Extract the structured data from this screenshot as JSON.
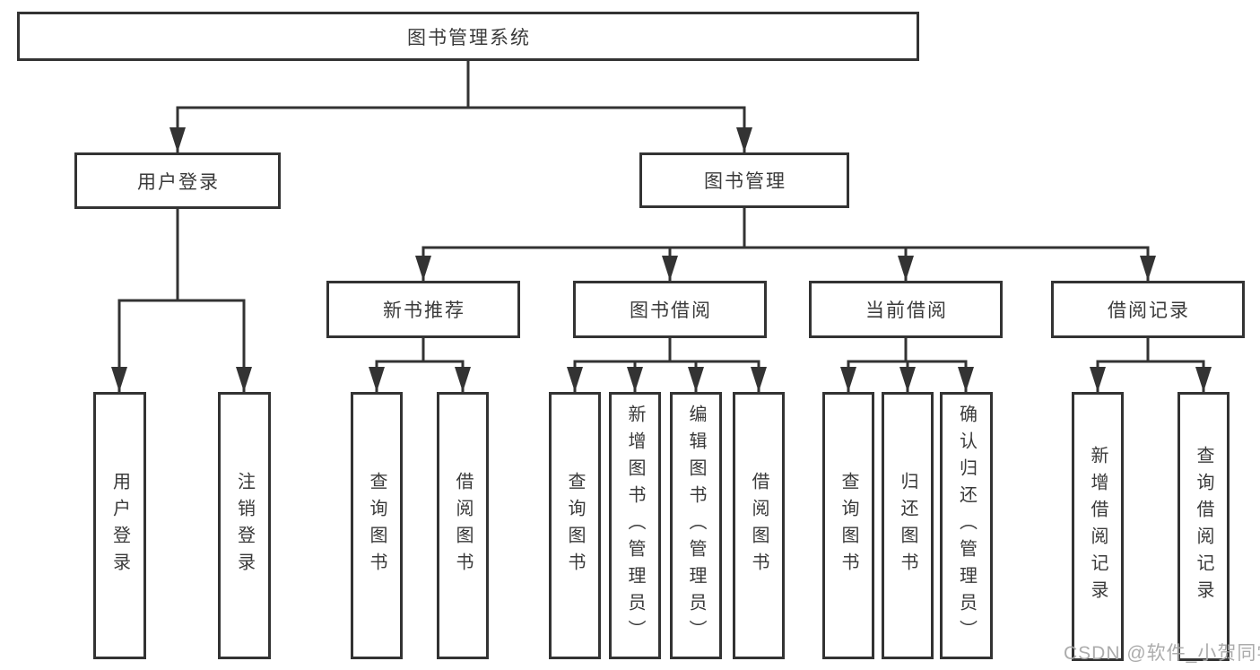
{
  "diagram": {
    "title": "图书管理系统",
    "root": {
      "label": "图书管理系统"
    },
    "branches": [
      {
        "label": "用户登录",
        "children": [
          {
            "label": "用户登录"
          },
          {
            "label": "注销登录"
          }
        ]
      },
      {
        "label": "图书管理",
        "children": [
          {
            "label": "新书推荐",
            "children": [
              {
                "label": "查询图书"
              },
              {
                "label": "借阅图书"
              }
            ]
          },
          {
            "label": "图书借阅",
            "children": [
              {
                "label": "查询图书"
              },
              {
                "label": "新增图书（管理员）"
              },
              {
                "label": "编辑图书（管理员）"
              },
              {
                "label": "借阅图书"
              }
            ]
          },
          {
            "label": "当前借阅",
            "children": [
              {
                "label": "查询图书"
              },
              {
                "label": "归还图书"
              },
              {
                "label": "确认归还（管理员）"
              }
            ]
          },
          {
            "label": "借阅记录",
            "children": [
              {
                "label": "新增借阅记录"
              },
              {
                "label": "查询借阅记录"
              }
            ]
          }
        ]
      }
    ]
  },
  "watermark": {
    "text": "CSDN @软件_小贺同学"
  },
  "colors": {
    "line": "#333333",
    "box_border": "#333333",
    "text": "#3a3a3a",
    "watermark": "#a8a8a8",
    "background": "#ffffff"
  }
}
